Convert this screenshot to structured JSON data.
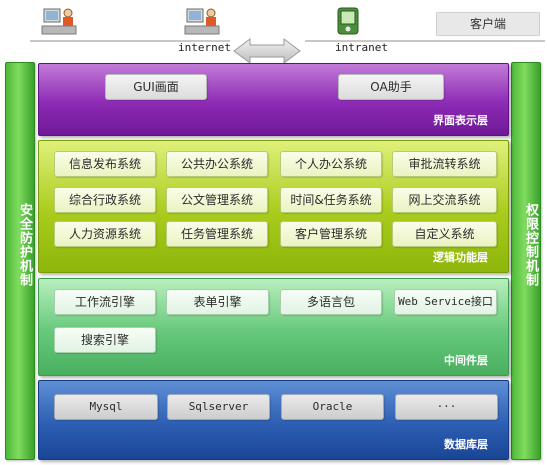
{
  "top": {
    "client_label": "客户端",
    "internet_label": "internet",
    "intranet_label": "intranet",
    "client_icons": [
      "computer-user-icon",
      "computer-user-icon",
      "pda-icon"
    ]
  },
  "pillars": {
    "left": "安全防护机制",
    "right": "权限控制机制"
  },
  "layers": {
    "ui": {
      "title": "界面表示层",
      "items": [
        "GUI画面",
        "OA助手"
      ]
    },
    "logic": {
      "title": "逻辑功能层",
      "items": [
        "信息发布系统",
        "公共办公系统",
        "个人办公系统",
        "审批流转系统",
        "综合行政系统",
        "公文管理系统",
        "时间&任务系统",
        "网上交流系统",
        "人力资源系统",
        "任务管理系统",
        "客户管理系统",
        "自定义系统"
      ]
    },
    "middleware": {
      "title": "中间件层",
      "items": [
        "工作流引擎",
        "表单引擎",
        "多语言包",
        "Web Service接口",
        "搜索引擎"
      ]
    },
    "database": {
      "title": "数据库层",
      "items": [
        "Mysql",
        "Sqlserver",
        "Oracle",
        "···"
      ]
    }
  },
  "colors": {
    "ui_layer": "#8d2bb5",
    "logic_layer": "#a9cc1c",
    "middleware_layer": "#66c87a",
    "database_layer": "#2d5fb4",
    "pillar": "#4fb93a"
  }
}
